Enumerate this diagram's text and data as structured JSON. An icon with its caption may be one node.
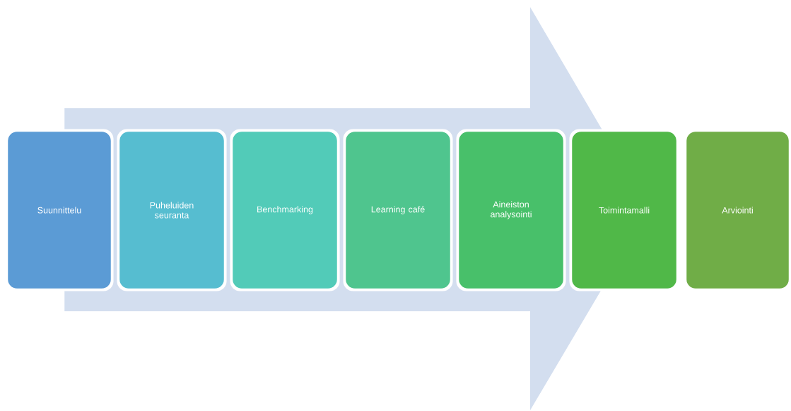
{
  "diagram": {
    "nodes": [
      {
        "text": [
          "Suunnittelu"
        ]
      },
      {
        "text": [
          "Puheluiden seuranta"
        ]
      },
      {
        "text": [
          "Benchmarking"
        ]
      },
      {
        "text": [
          "Learning café"
        ]
      },
      {
        "text": [
          "Aineiston analysointi"
        ]
      },
      {
        "text": [
          "Toimintamalli"
        ]
      },
      {
        "text": [
          "Arviointi"
        ]
      }
    ],
    "edges": [
      {
        "from": 0,
        "to": 5,
        "arrow": "to"
      }
    ]
  }
}
